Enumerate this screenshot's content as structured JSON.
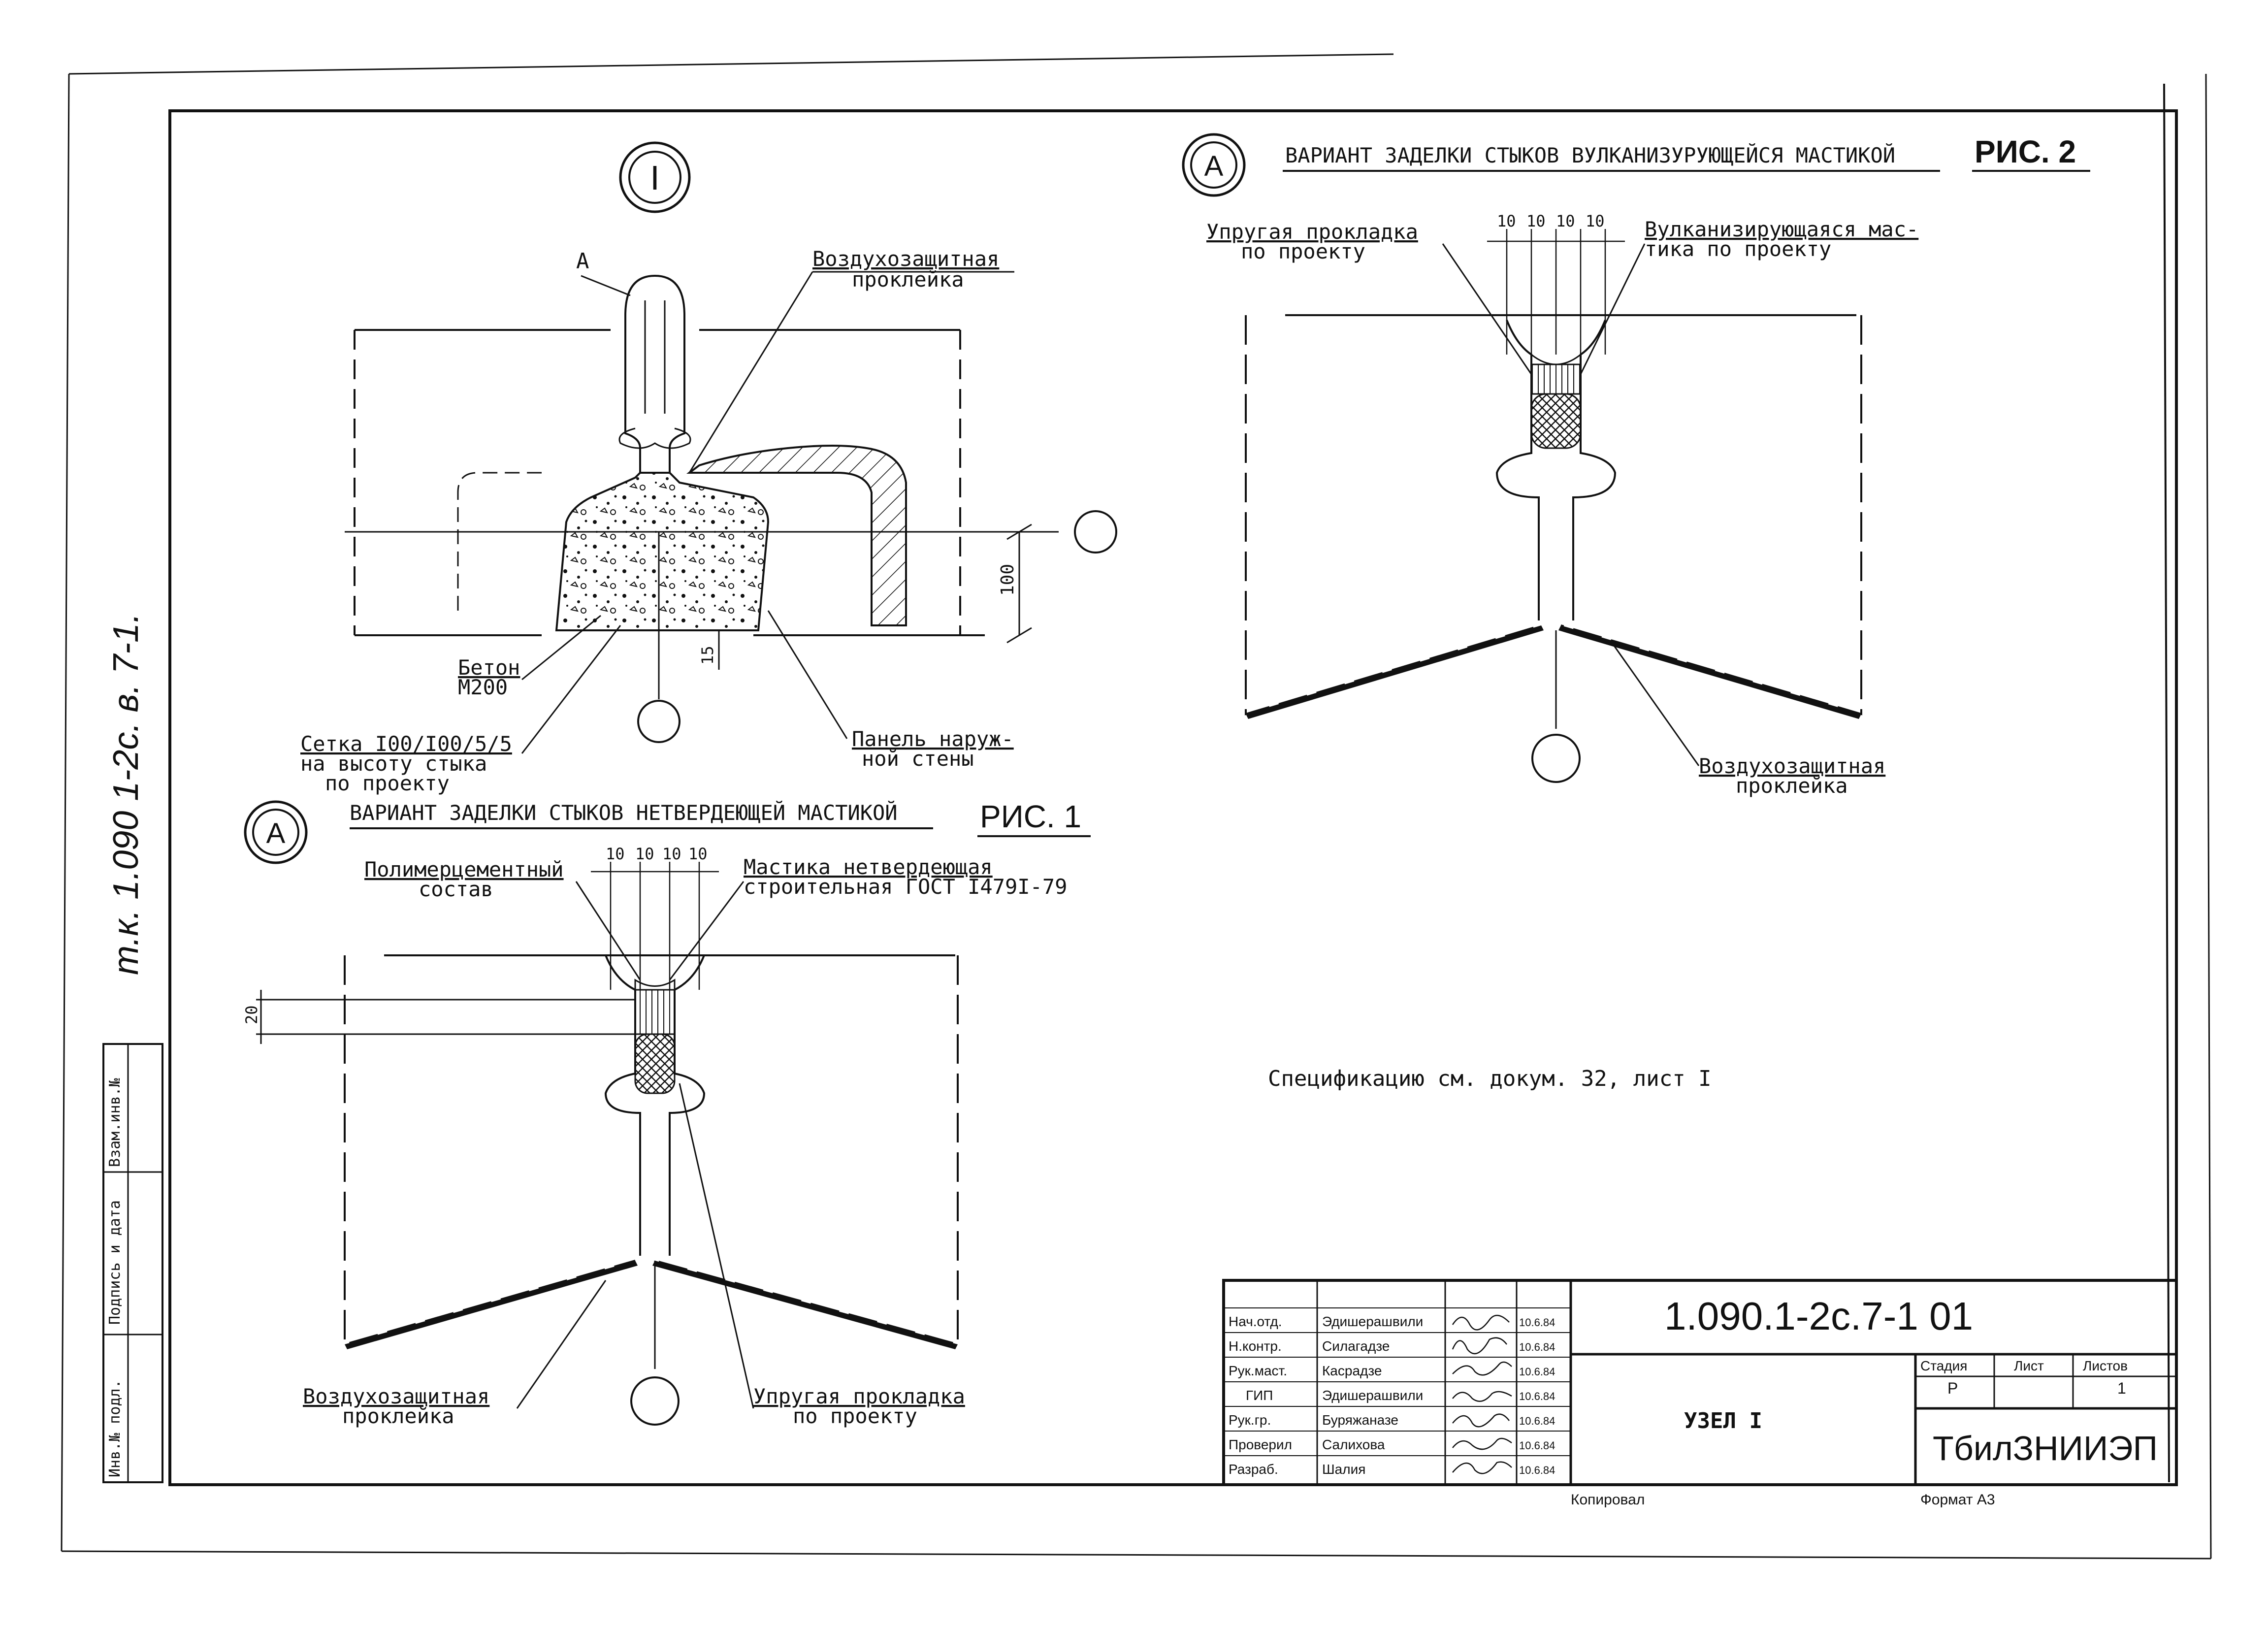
{
  "node1": {
    "marker": "I",
    "label_a": "А",
    "air_barrier": [
      "Воздухозащитная",
      "проклейка"
    ],
    "concrete": [
      "Бетон",
      "М200"
    ],
    "mesh": [
      "Сетка I00/I00/5/5",
      "на высоту стыка",
      "по проекту"
    ],
    "panel": [
      "Панель наруж-",
      "ной стены"
    ],
    "dim_100": "100",
    "dim_15": "15"
  },
  "fig1": {
    "marker": "А",
    "title": "ВАРИАНТ ЗАДЕЛКИ СТЫКОВ НЕТВЕРДЕЮЩЕЙ МАСТИКОЙ",
    "fig_label": "РИС. 1",
    "polymer": [
      "Полимерцементный",
      "состав"
    ],
    "mastic": [
      "Мастика нетвердеющая",
      "строительная ГОСТ I479I-79"
    ],
    "dims": [
      "10",
      "10",
      "10",
      "10"
    ],
    "dim_20": "20",
    "air_barrier": [
      "Воздухозащитная",
      "проклейка"
    ],
    "gasket": [
      "Упругая прокладка",
      "по проекту"
    ]
  },
  "fig2": {
    "marker": "А",
    "title": "ВАРИАНТ ЗАДЕЛКИ СТЫКОВ ВУЛКАНИЗУРУЮЩЕЙСЯ МАСТИКОЙ",
    "fig_label": "РИС. 2",
    "gasket": [
      "Упругая прокладка",
      "по проекту"
    ],
    "mastic": [
      "Вулканизирующаяся мас-",
      "тика по проекту"
    ],
    "dims": [
      "10",
      "10",
      "10",
      "10"
    ],
    "air_barrier": [
      "Воздухозащитная",
      "проклейка"
    ]
  },
  "spec_note": "Спецификацию см. докум. 32, лист I",
  "side_stamp": "т.к. 1.090 1-2с. в. 7-1.",
  "left_strip": [
    "Инв.№ подл.",
    "Подпись и дата",
    "Взам.инв.№"
  ],
  "title_block": {
    "rows": [
      {
        "role": "Нач.отд.",
        "name": "Эдишерашвили",
        "date": "10.6.84"
      },
      {
        "role": "Н.контр.",
        "name": "Силагадзе",
        "date": "10.6.84"
      },
      {
        "role": "Рук.маст.",
        "name": "Касрадзе",
        "date": "10.6.84"
      },
      {
        "role": "ГИП",
        "name": "Эдишерашвили",
        "date": "10.6.84"
      },
      {
        "role": "Рук.гр.",
        "name": "Буряжаназе",
        "date": "10.6.84"
      },
      {
        "role": "Проверил",
        "name": "Салихова",
        "date": "10.6.84"
      },
      {
        "role": "Разраб.",
        "name": "Шалия",
        "date": "10.6.84"
      }
    ],
    "doc_code": "1.090.1-2с.7-1  01",
    "sheet_name": "УЗЕЛ I",
    "stage_h": "Стадия",
    "sheet_h": "Лист",
    "sheets_h": "Листов",
    "stage": "Р",
    "sheets": "1",
    "org": "ТбилЗНИИЭП",
    "copied": "Копировал",
    "format": "Формат А3"
  }
}
